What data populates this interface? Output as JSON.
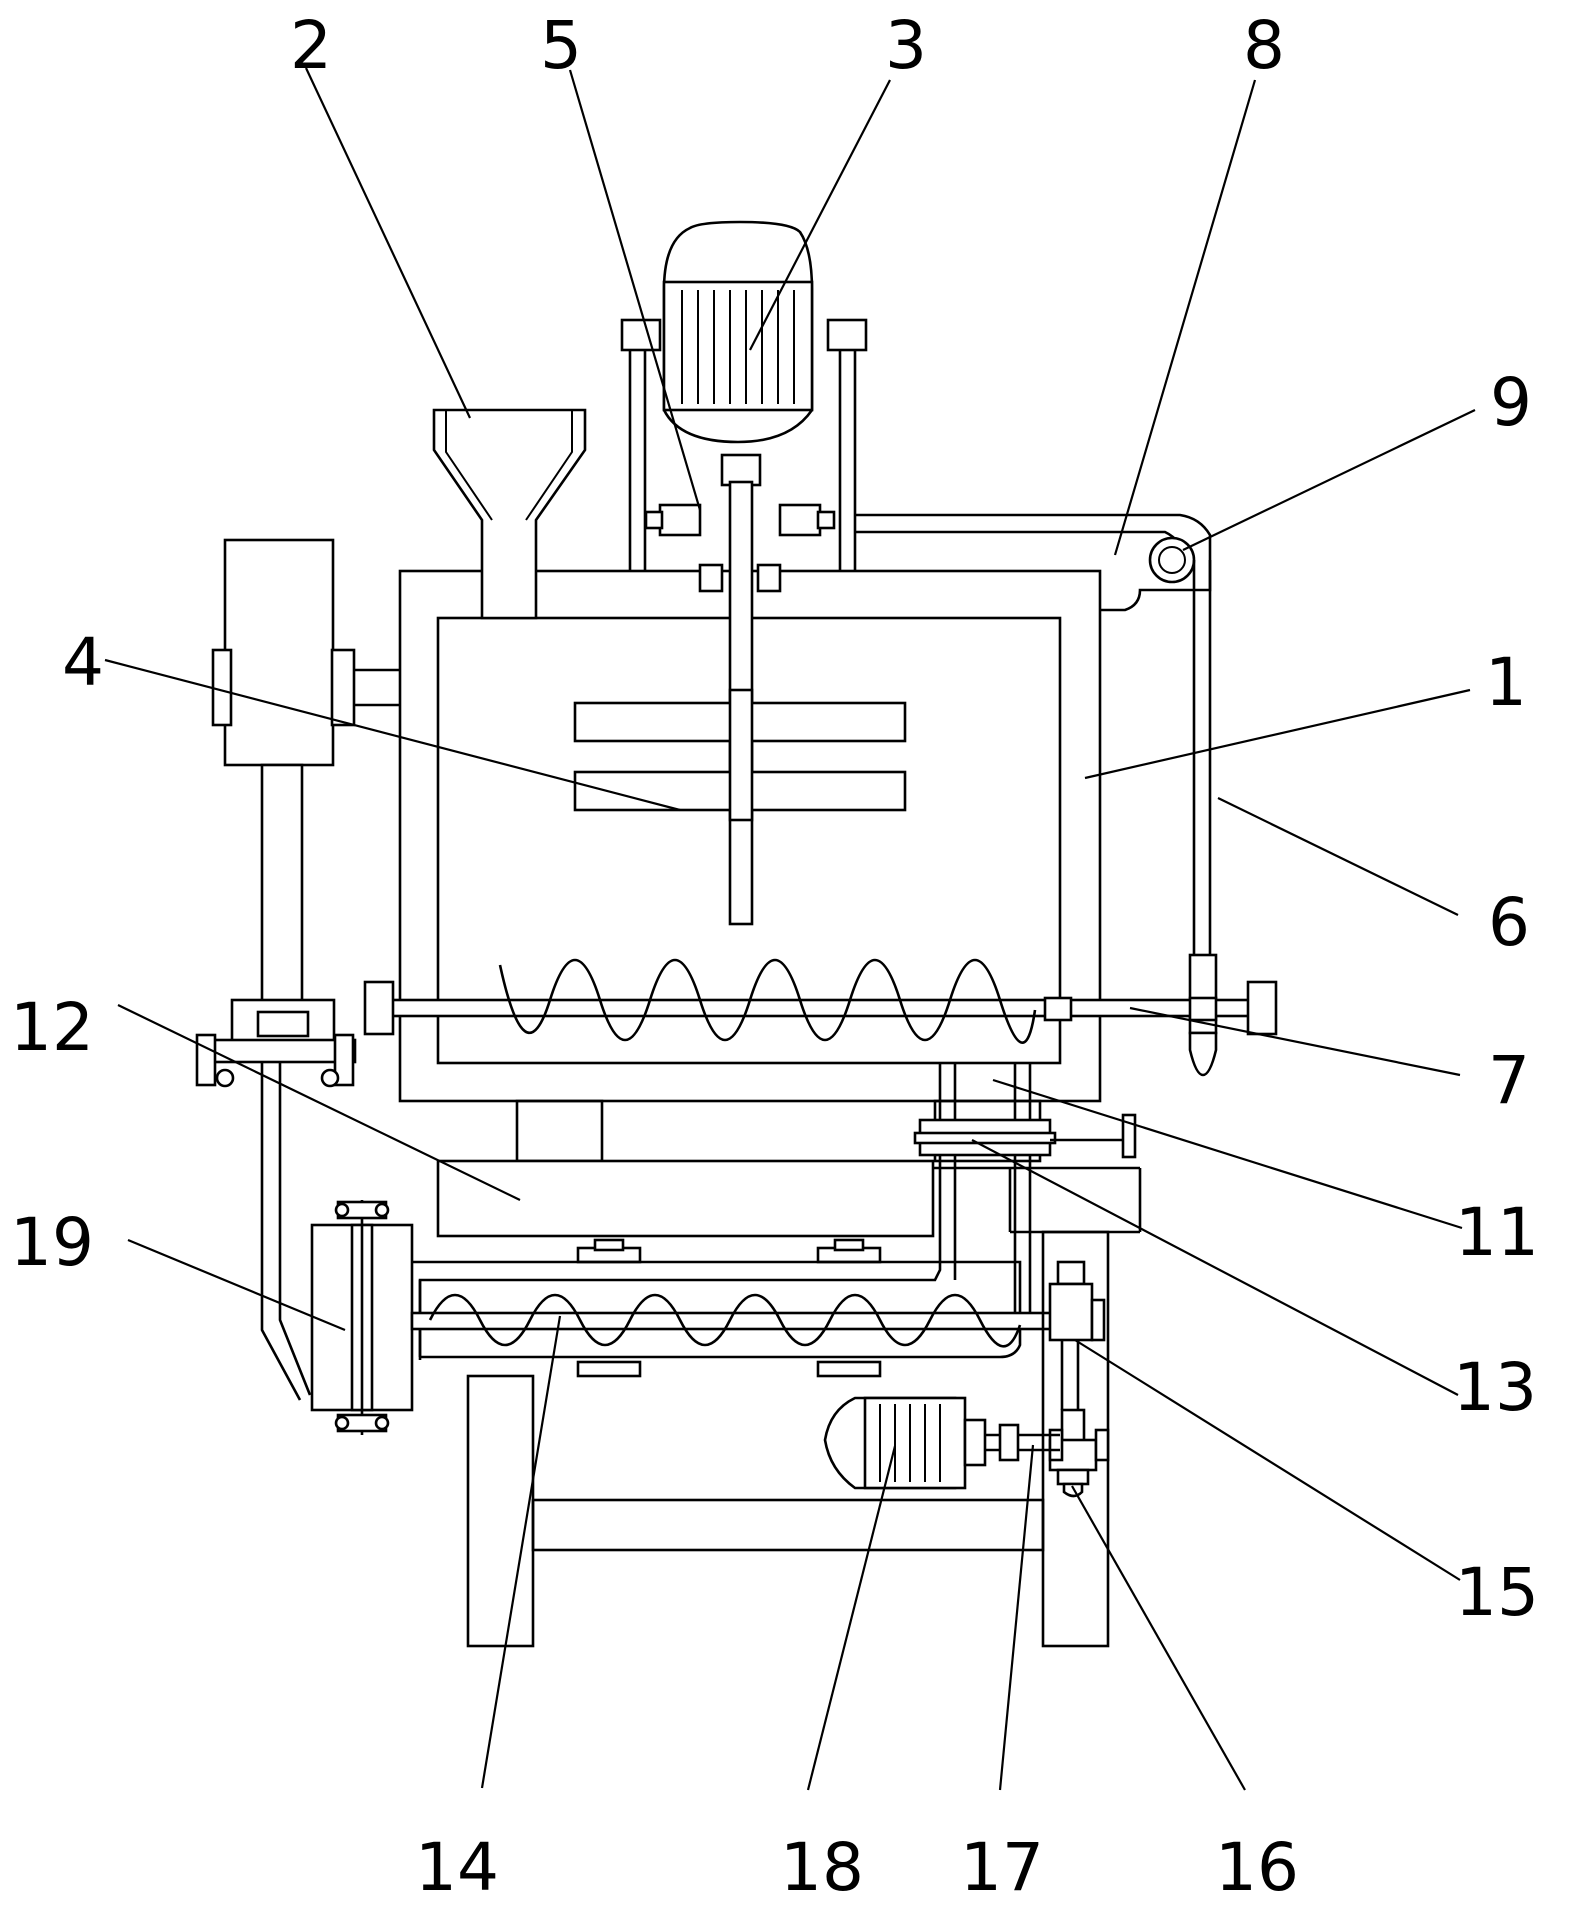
{
  "labels": {
    "l1": "1",
    "l2": "2",
    "l3": "3",
    "l4": "4",
    "l5": "5",
    "l6": "6",
    "l7": "7",
    "l8": "8",
    "l9": "9",
    "l11": "11",
    "l12": "12",
    "l13": "13",
    "l14": "14",
    "l15": "15",
    "l16": "16",
    "l17": "17",
    "l18": "18",
    "l19": "19"
  }
}
